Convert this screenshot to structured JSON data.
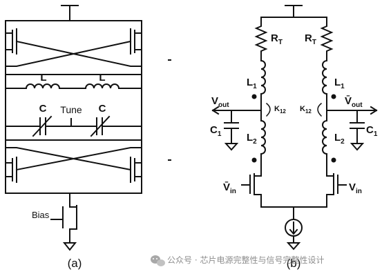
{
  "circuit_a": {
    "inductor_left": "L",
    "inductor_right": "L",
    "cap_left": "C",
    "cap_right": "C",
    "tune": "Tune",
    "bias": "Bias",
    "caption": "(a)"
  },
  "circuit_b": {
    "rt_left": "R",
    "rt_left_sub": "T",
    "rt_right": "R",
    "rt_right_sub": "T",
    "l1_left": "L",
    "l1_left_sub": "1",
    "l1_right": "L",
    "l1_right_sub": "1",
    "l2_left": "L",
    "l2_left_sub": "2",
    "l2_right": "L",
    "l2_right_sub": "2",
    "k_left": "K",
    "k_left_sub": "12",
    "k_right": "K",
    "k_right_sub": "12",
    "vout_left": "V",
    "vout_left_sub": "out",
    "vout_right": "V̄",
    "vout_right_sub": "out",
    "c1_left": "C",
    "c1_left_sub": "1",
    "c1_right": "C",
    "c1_right_sub": "1",
    "vin_left": "V̄",
    "vin_left_sub": "in",
    "vin_right": "V",
    "vin_right_sub": "in",
    "caption": "(b)"
  },
  "watermark": {
    "icon": "wechat-icon",
    "text": "公众号 · 芯片电源完整性与信号完整性设计"
  }
}
